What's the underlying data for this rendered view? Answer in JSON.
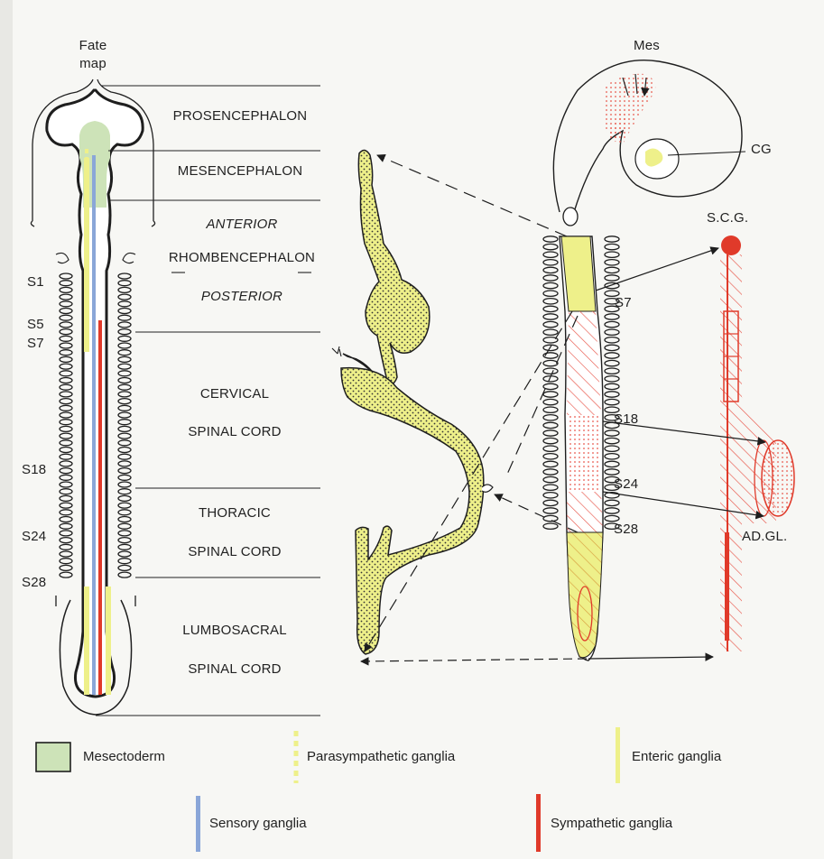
{
  "fate_map": {
    "title_line1": "Fate",
    "title_line2": "map",
    "regions": {
      "prosencephalon": "PROSENCEPHALON",
      "mesencephalon": "MESENCEPHALON",
      "anterior": "ANTERIOR",
      "rhombencephalon": "RHOMBENCEPHALON",
      "posterior": "POSTERIOR",
      "cervical": "CERVICAL",
      "cervical_sub": "SPINAL CORD",
      "thoracic": "THORACIC",
      "thoracic_sub": "SPINAL CORD",
      "lumbosacral": "LUMBOSACRAL",
      "lumbosacral_sub": "SPINAL CORD"
    },
    "somites": {
      "s1": "S1",
      "s5": "S5",
      "s7": "S7",
      "s18": "S18",
      "s24": "S24",
      "s28": "S28"
    }
  },
  "embryo": {
    "mes": "Mes",
    "cg": "CG",
    "scg": "S.C.G.",
    "adgl": "AD.GL.",
    "s7": "S7",
    "s18": "S18",
    "s24": "S24",
    "s28": "S28"
  },
  "legend": {
    "mesectoderm": "Mesectoderm",
    "parasympathetic": "Parasympathetic ganglia",
    "enteric": "Enteric ganglia",
    "sensory": "Sensory ganglia",
    "sympathetic": "Sympathetic ganglia"
  },
  "colors": {
    "mesectoderm_fill": "#cde3b8",
    "yellow": "#eef08a",
    "sensory_blue": "#8aa6d8",
    "sympathetic_red": "#e03a2a",
    "outline": "#1e1e1e"
  }
}
